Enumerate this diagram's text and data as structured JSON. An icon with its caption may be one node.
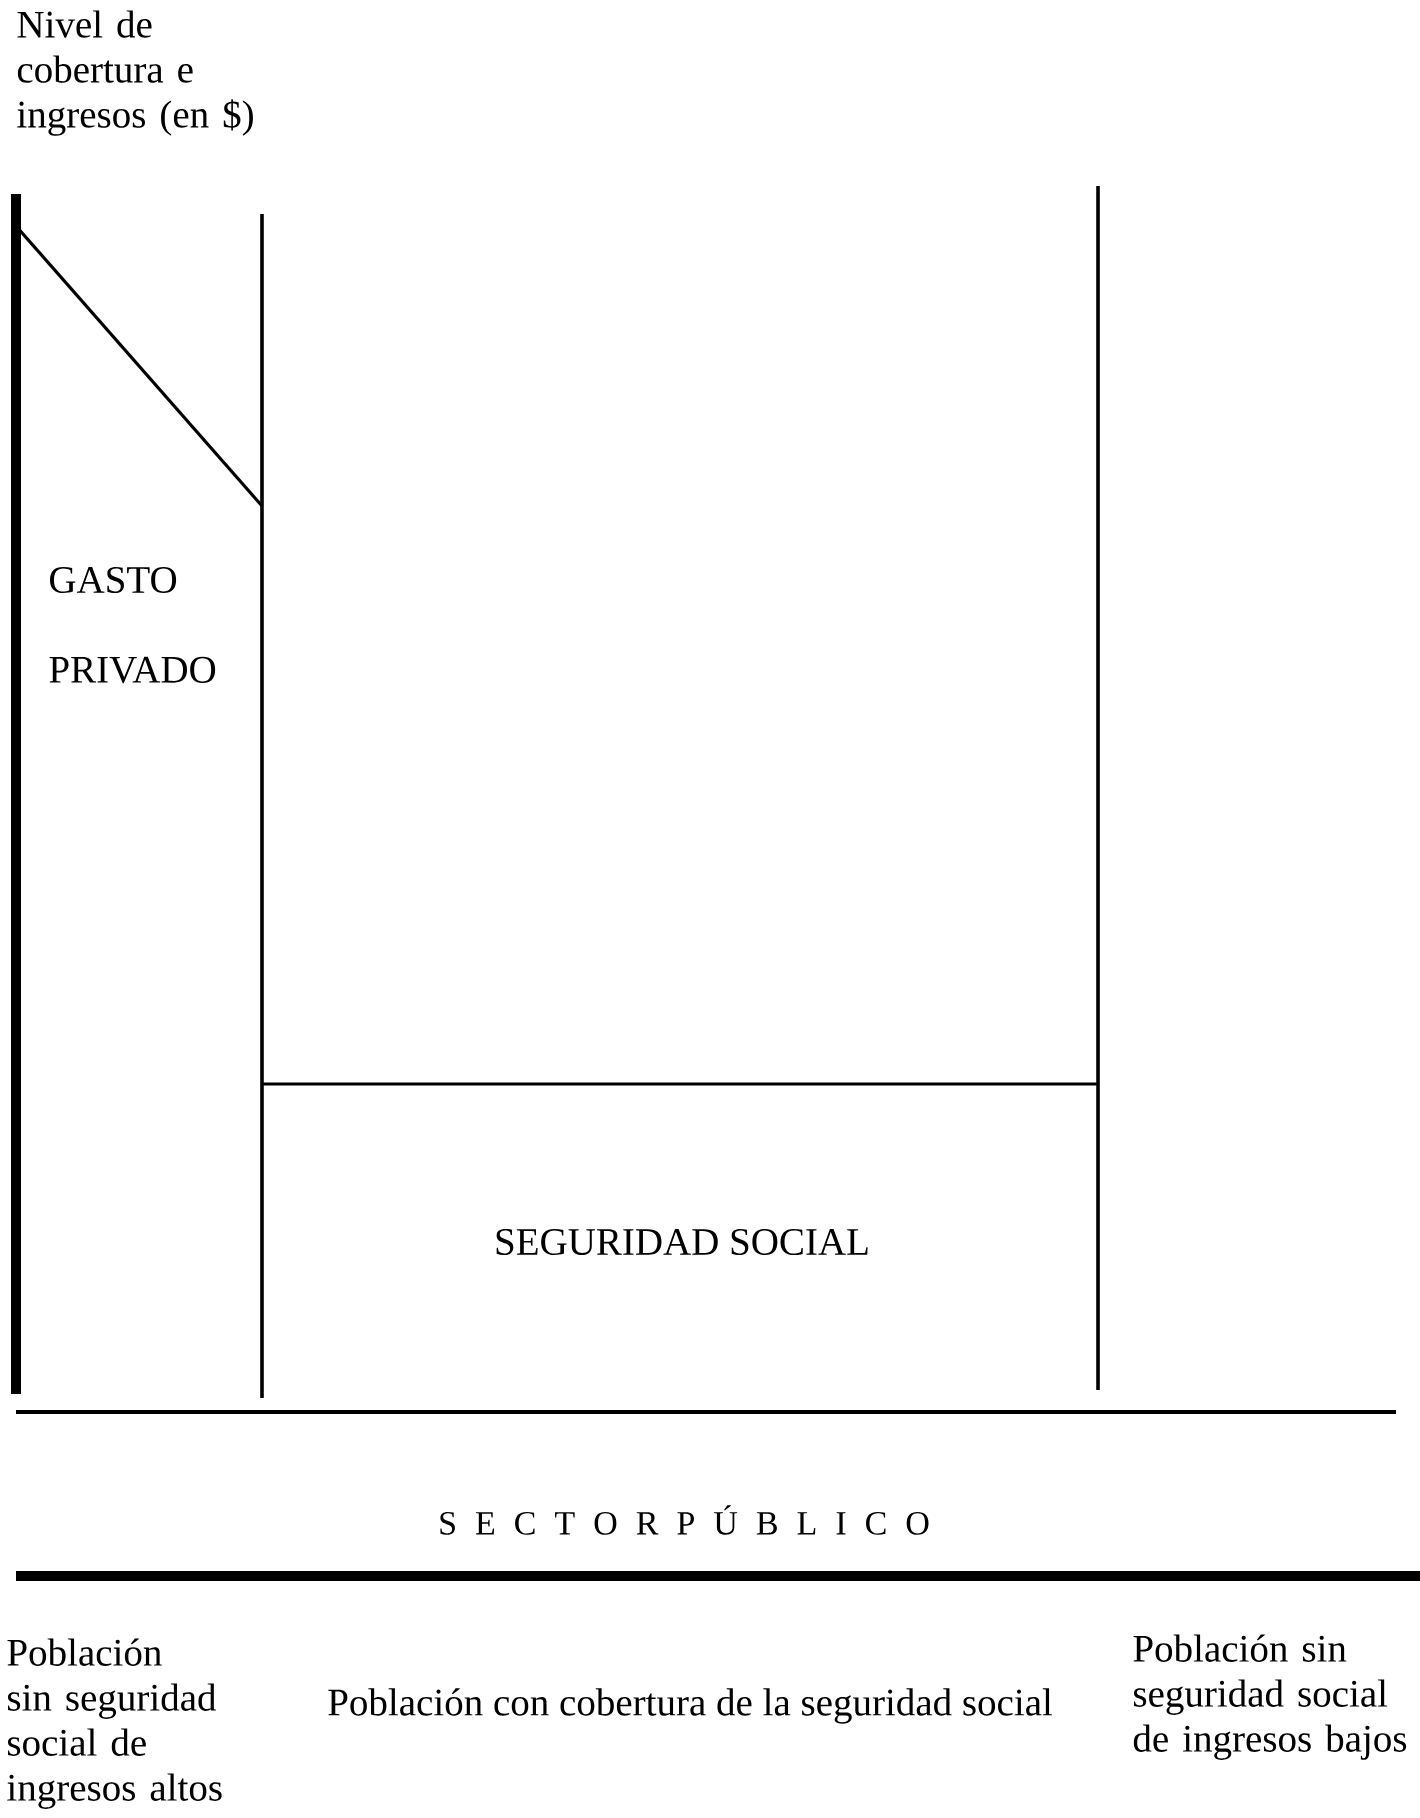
{
  "diagram": {
    "labels": [
      "Nivel de cobertura e ingresos (en $)",
      "GASTO",
      "PRIVADO",
      "SEGURIDAD SOCIAL",
      "S E C T O R P Ú B L I C O",
      "Población sin seguridad social de ingresos altos",
      "Población con cobertura de la seguridad social",
      "Población sin seguridad social de ingresos bajos"
    ]
  }
}
